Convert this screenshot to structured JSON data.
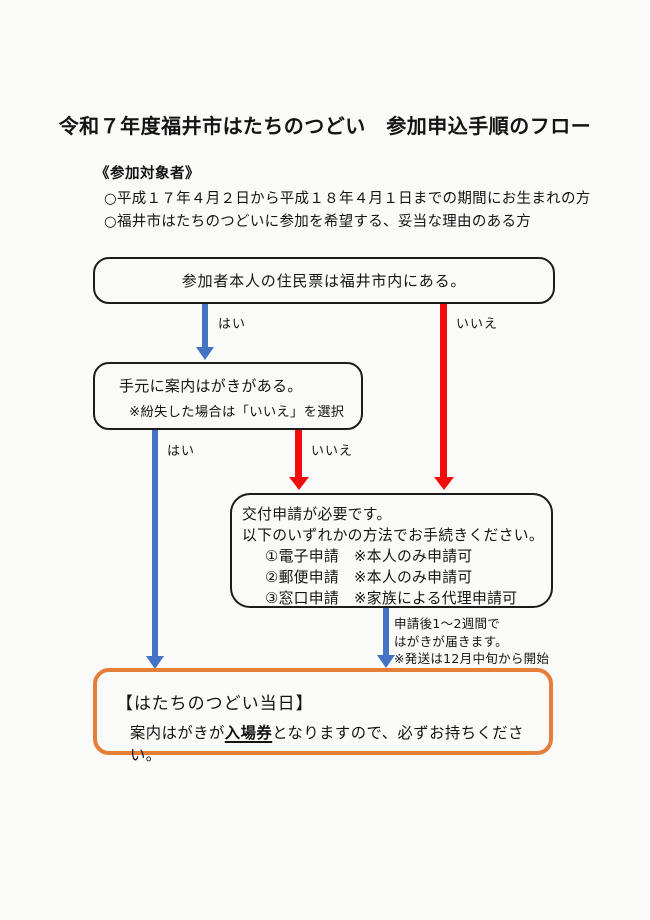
{
  "page": {
    "title": "令和７年度福井市はたちのつどい　参加申込手順のフロー"
  },
  "eligibility": {
    "heading": "《参加対象者》",
    "items": [
      "○平成１７年４月２日から平成１８年４月１日までの期間にお生まれの方",
      "○福井市はたちのつどいに参加を希望する、妥当な理由のある方"
    ]
  },
  "flow": {
    "q1": "参加者本人の住民票は福井市内にある。",
    "yes_label": "はい",
    "no_label": "いいえ",
    "q2_line1": "手元に案内はがきがある。",
    "q2_line2": "※紛失した場合は「いいえ」を選択",
    "apply_line1": "交付申請が必要です。",
    "apply_line2": "以下のいずれかの方法でお手続きください。",
    "apply_options": [
      "①電子申請　※本人のみ申請可",
      "②郵便申請　※本人のみ申請可",
      "③窓口申請　※家族による代理申請可"
    ],
    "delivery_note_lines": [
      "申請後1～2週間で",
      "はがきが届きます。",
      "※発送は12月中旬から開始"
    ],
    "final_heading": "【はたちのつどい当日】",
    "final_prefix": "案内はがきが",
    "final_emphasis": "入場券",
    "final_suffix": "となりますので、必ずお持ちください。"
  },
  "colors": {
    "yes_arrow_blue": "#4472c4",
    "no_arrow_red": "#f20d0d",
    "final_box_orange": "#e57e38"
  }
}
